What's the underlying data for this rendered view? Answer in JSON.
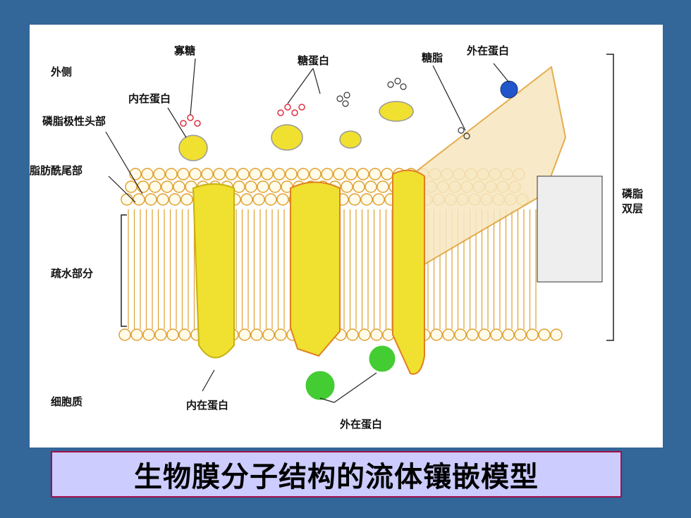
{
  "caption": "生物膜分子结构的流体镶嵌模型",
  "labels": {
    "outside": "外侧",
    "oligosaccharide": "寡糖",
    "glycoprotein": "糖蛋白",
    "glycolipid": "糖脂",
    "peripheral_top": "外在蛋白",
    "integral_top": "内在蛋白",
    "polar_head": "磷脂极性头部",
    "fatty_tail": "脂肪酰尾部",
    "hydrophobic": "疏水部分",
    "cytoplasm": "细胞质",
    "integral_bottom": "内在蛋白",
    "peripheral_bottom": "外在蛋白",
    "bilayer_line1": "磷脂",
    "bilayer_line2": "双层"
  },
  "colors": {
    "background": "#336699",
    "panel": "#ffffff",
    "caption_bg": "#ccccff",
    "caption_border": "#a0104a",
    "lipid": "#e0a030",
    "protein": "#f0e030",
    "peripheral_green": "#44cc33",
    "peripheral_blue": "#2255cc",
    "sugar": "#e03040"
  }
}
